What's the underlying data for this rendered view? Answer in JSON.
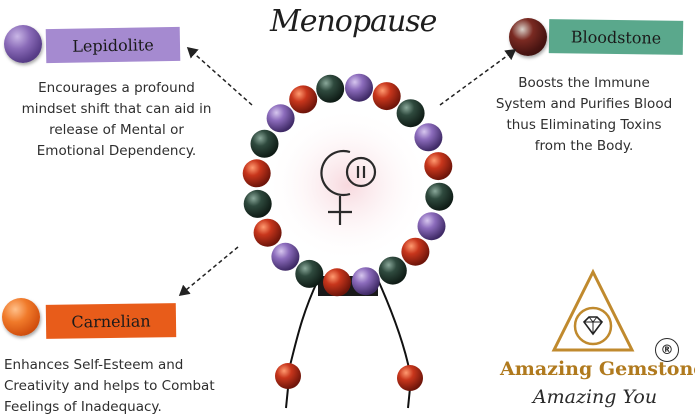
{
  "title": "Menopause",
  "stones": [
    {
      "name": "Lepidolite",
      "tag_color": "#a58ad0",
      "description": [
        "Encourages a profound",
        "mindset shift that can aid in",
        "release of Mental or",
        "Emotional Dependency."
      ]
    },
    {
      "name": "Bloodstone",
      "tag_color": "#5aa88c",
      "description": [
        "Boosts the Immune",
        "System and Purifies Blood",
        "thus Eliminating Toxins",
        "from the Body."
      ]
    },
    {
      "name": "Carnelian",
      "tag_color": "#e85c1a",
      "description": [
        "Enhances Self-Esteem and",
        "Creativity and helps to Combat",
        "Feelings of Inadequacy."
      ]
    }
  ],
  "center_icon": "female-menopause-symbol-icon",
  "brand": {
    "name": "Amazing Gemstone",
    "tagline": "Amazing You",
    "registered": "®",
    "logo_icon": "triangle-diamond-logo",
    "color": "#b07a1e"
  }
}
